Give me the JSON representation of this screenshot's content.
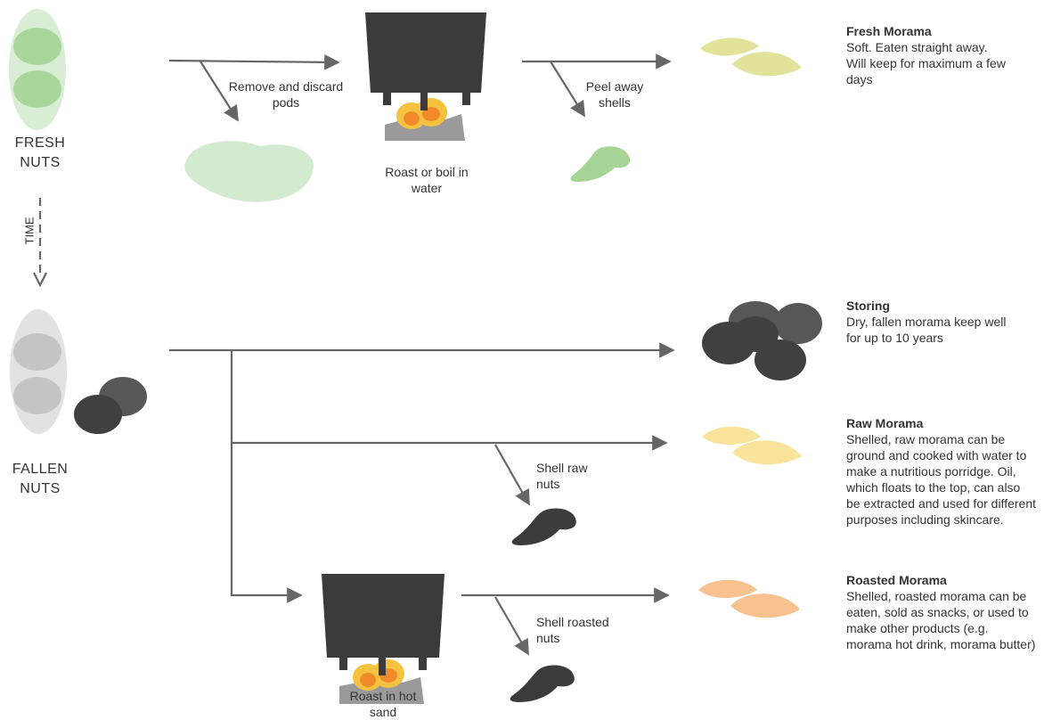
{
  "sources": {
    "fresh": "FRESH\nNUTS",
    "fallen": "FALLEN\nNUTS"
  },
  "time_label": "TIME",
  "steps": {
    "remove_pods": "Remove and discard pods",
    "roast_boil": "Roast or boil in water",
    "peel_shells": "Peel away shells",
    "shell_raw": "Shell raw nuts",
    "shell_roasted": "Shell roasted nuts",
    "roast_sand": "Roast in hot sand"
  },
  "products": [
    {
      "title": "Fresh Morama",
      "text": "Soft. Eaten straight away. Will keep for maximum a few days"
    },
    {
      "title": "Storing",
      "text": "Dry, fallen morama keep well for up to 10 years"
    },
    {
      "title": "Raw Morama",
      "text": "Shelled, raw morama can be ground and cooked with water to make a nutritious porridge. Oil, which floats to the top, can also be extracted and used for different purposes including skincare."
    },
    {
      "title": "Roasted Morama",
      "text": "Shelled, roasted morama can be eaten, sold as snacks, or used to make other products (e.g. morama hot drink, morama butter)"
    }
  ],
  "colors": {
    "fresh_pod": "#d9ecd4",
    "fresh_seed": "#a9d69b",
    "pod_discard": "#d2ead0",
    "peeled_shell": "#a6d495",
    "fresh_nut": "#e2e39a",
    "fallen_pod": "#e2e2e2",
    "fallen_seed": "#c4c4c4",
    "dark_nut": "#404040",
    "dark_nut_alt": "#575757",
    "raw_nut": "#f7e39a",
    "roasted_nut": "#f7c28f",
    "pot": "#3b3b3b",
    "fire_outer": "#f4c23e",
    "fire_inner": "#f08a2a",
    "stone": "#9a9a9a",
    "arrow": "#666666"
  }
}
